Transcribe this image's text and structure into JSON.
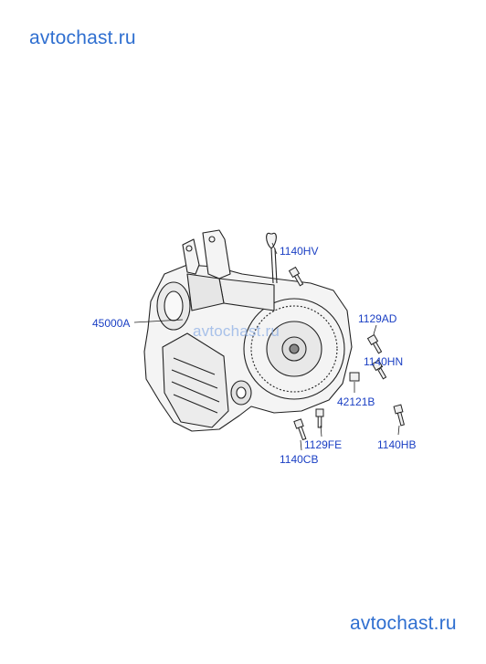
{
  "watermarks": {
    "top": "avtochast.ru",
    "center": "avtochast.ru",
    "bottom": "avtochast.ru"
  },
  "callouts": [
    {
      "id": "1140HV",
      "text": "1140HV"
    },
    {
      "id": "45000A",
      "text": "45000A"
    },
    {
      "id": "1129AD",
      "text": "1129AD"
    },
    {
      "id": "1140HN",
      "text": "1140HN"
    },
    {
      "id": "42121B",
      "text": "42121B"
    },
    {
      "id": "1129FE",
      "text": "1129FE"
    },
    {
      "id": "1140HB",
      "text": "1140HB"
    },
    {
      "id": "1140CB",
      "text": "1140CB"
    }
  ],
  "colors": {
    "label": "#1a3fc4",
    "watermark": "#2f6fd0",
    "line": "#222222"
  }
}
